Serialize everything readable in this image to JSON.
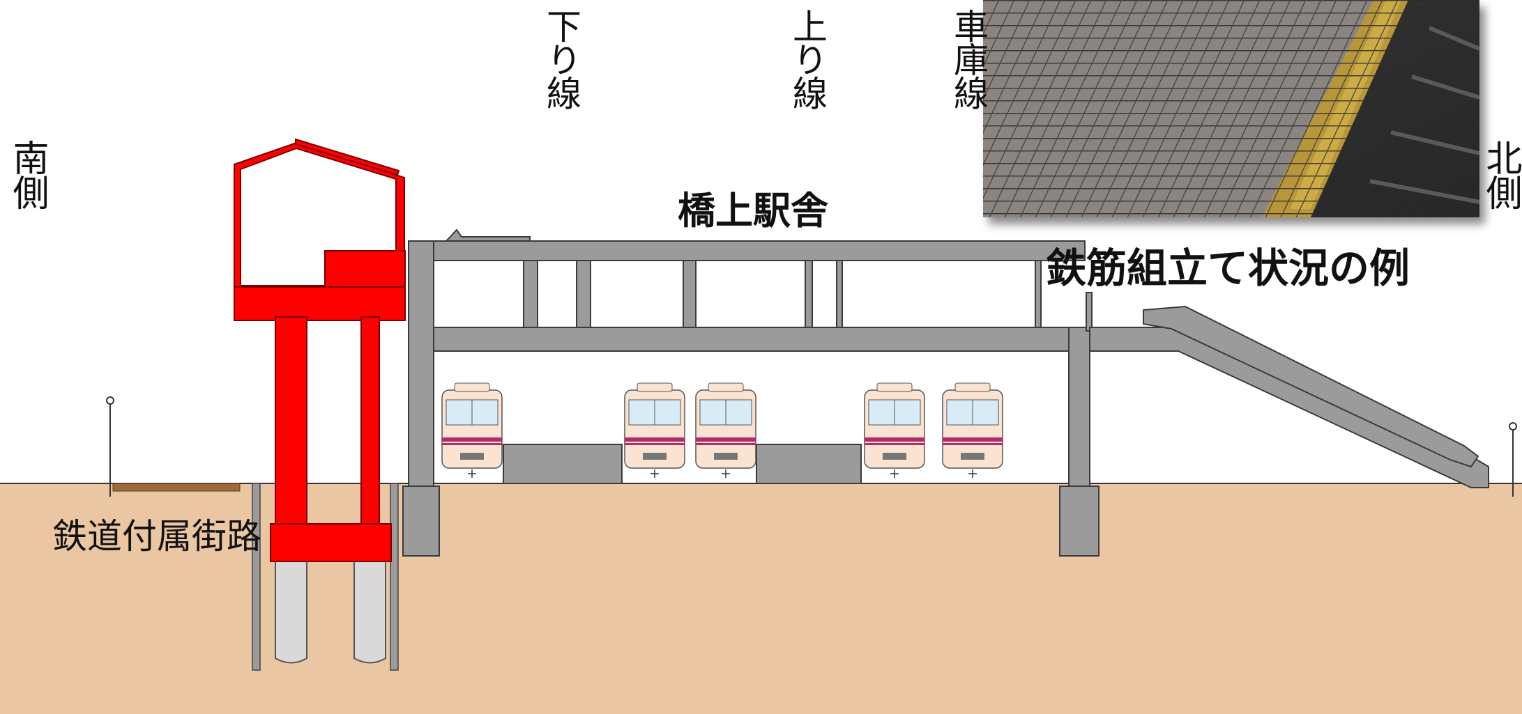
{
  "labels": {
    "south": "南側",
    "north": "北側",
    "down_line": "下り線",
    "up_line": "上り線",
    "depot_line": "車庫線",
    "station_building": "橋上駅舎",
    "railway_road": "鉄道付属街路",
    "photo_caption": "鉄筋組立て状況の例"
  },
  "colors": {
    "ground": "#ebc6a2",
    "structure_gray": "#9b9b9b",
    "temporary_structure_red": "#ff0000",
    "pile_gray": "#d9d9d9",
    "train_body": "#fbe3d2",
    "train_stripe": "#b32a6b",
    "window_blue": "#d8ecf8"
  }
}
